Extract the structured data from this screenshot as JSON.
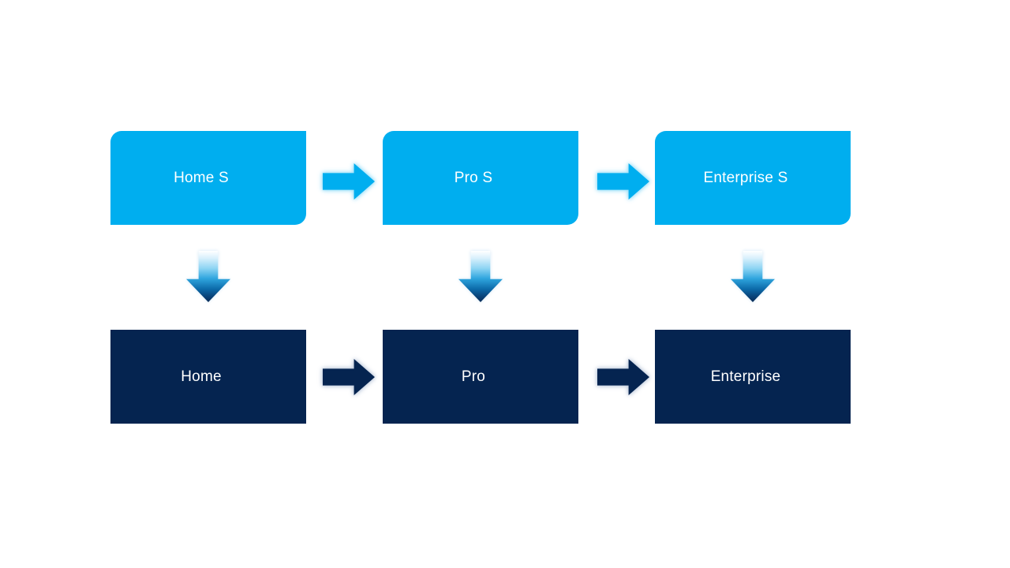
{
  "colors": {
    "light_blue": "#00AEEF",
    "navy": "#052450",
    "glow_blue": "#9FE0F9",
    "glow_gray": "#C2CDDE",
    "label_text": "#FFFFFF",
    "background": "#FFFFFF"
  },
  "diagram": {
    "type": "flow",
    "description": "Two-tier product edition flow: S editions map down to standard editions, with left-to-right progression Home to Pro to Enterprise.",
    "columns": [
      {
        "id": "home",
        "top_label": "Home S",
        "bottom_label": "Home"
      },
      {
        "id": "pro",
        "top_label": "Pro S",
        "bottom_label": "Pro"
      },
      {
        "id": "enterprise",
        "top_label": "Enterprise S",
        "bottom_label": "Enterprise"
      }
    ],
    "connectors": {
      "horizontal_top": [
        "Home S → Pro S",
        "Pro S → Enterprise S"
      ],
      "horizontal_bottom": [
        "Home → Pro",
        "Pro → Enterprise"
      ],
      "vertical": [
        "Home S → Home",
        "Pro S → Pro",
        "Enterprise S → Enterprise"
      ]
    }
  }
}
